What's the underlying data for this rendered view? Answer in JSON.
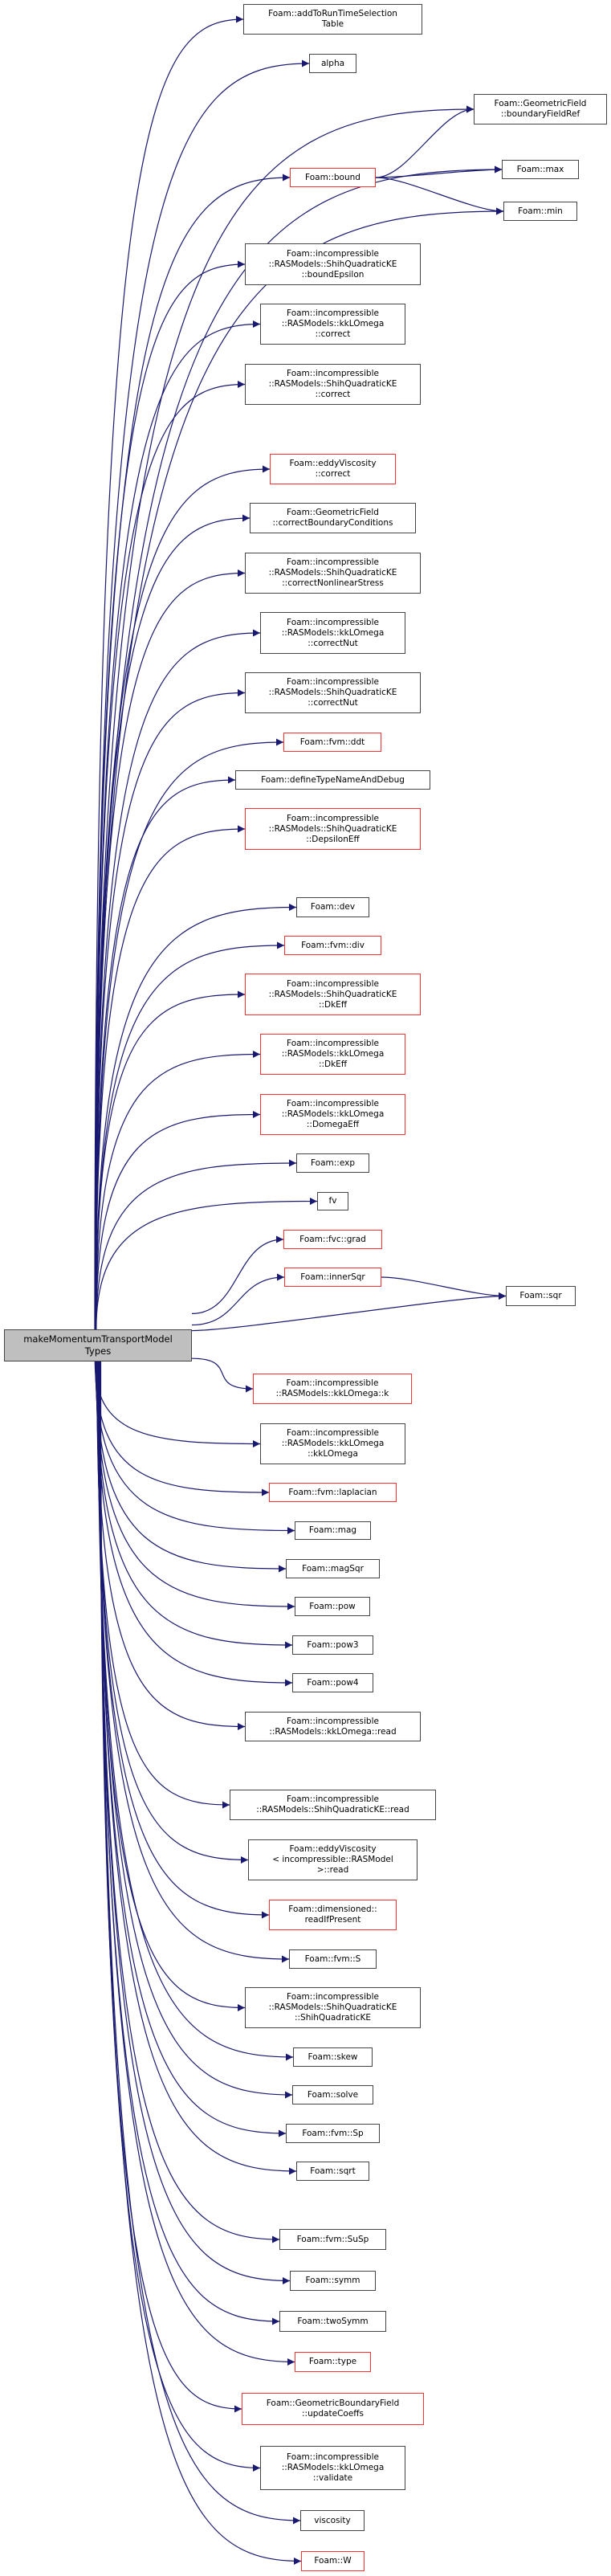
{
  "graph": {
    "edge_color": "#191970",
    "root": {
      "lines": [
        "makeMomentumTransportModel",
        "Types"
      ]
    },
    "nodes": [
      {
        "lines": [
          "Foam::addToRunTimeSelection",
          "Table"
        ],
        "red": false
      },
      {
        "lines": [
          "alpha"
        ],
        "red": false
      },
      {
        "lines": [
          "Foam::GeometricField",
          "::boundaryFieldRef"
        ],
        "red": false
      },
      {
        "lines": [
          "Foam::bound"
        ],
        "red": true
      },
      {
        "lines": [
          "Foam::max"
        ],
        "red": false
      },
      {
        "lines": [
          "Foam::min"
        ],
        "red": false
      },
      {
        "lines": [
          "Foam::incompressible",
          "::RASModels::ShihQuadraticKE",
          "::boundEpsilon"
        ],
        "red": false
      },
      {
        "lines": [
          "Foam::incompressible",
          "::RASModels::kkLOmega",
          "::correct"
        ],
        "red": false
      },
      {
        "lines": [
          "Foam::incompressible",
          "::RASModels::ShihQuadraticKE",
          "::correct"
        ],
        "red": false
      },
      {
        "lines": [
          "Foam::eddyViscosity",
          "::correct"
        ],
        "red": true
      },
      {
        "lines": [
          "Foam::GeometricField",
          "::correctBoundaryConditions"
        ],
        "red": false
      },
      {
        "lines": [
          "Foam::incompressible",
          "::RASModels::ShihQuadraticKE",
          "::correctNonlinearStress"
        ],
        "red": false
      },
      {
        "lines": [
          "Foam::incompressible",
          "::RASModels::kkLOmega",
          "::correctNut"
        ],
        "red": false
      },
      {
        "lines": [
          "Foam::incompressible",
          "::RASModels::ShihQuadraticKE",
          "::correctNut"
        ],
        "red": false
      },
      {
        "lines": [
          "Foam::fvm::ddt"
        ],
        "red": true
      },
      {
        "lines": [
          "Foam::defineTypeNameAndDebug"
        ],
        "red": false
      },
      {
        "lines": [
          "Foam::incompressible",
          "::RASModels::ShihQuadraticKE",
          "::DepsilonEff"
        ],
        "red": true
      },
      {
        "lines": [
          "Foam::dev"
        ],
        "red": false
      },
      {
        "lines": [
          "Foam::fvm::div"
        ],
        "red": true
      },
      {
        "lines": [
          "Foam::incompressible",
          "::RASModels::ShihQuadraticKE",
          "::DkEff"
        ],
        "red": true
      },
      {
        "lines": [
          "Foam::incompressible",
          "::RASModels::kkLOmega",
          "::DkEff"
        ],
        "red": true
      },
      {
        "lines": [
          "Foam::incompressible",
          "::RASModels::kkLOmega",
          "::DomegaEff"
        ],
        "red": true
      },
      {
        "lines": [
          "Foam::exp"
        ],
        "red": false
      },
      {
        "lines": [
          "fv"
        ],
        "red": false
      },
      {
        "lines": [
          "Foam::fvc::grad"
        ],
        "red": true
      },
      {
        "lines": [
          "Foam::innerSqr"
        ],
        "red": true
      },
      {
        "lines": [
          "Foam::sqr"
        ],
        "red": false
      },
      {
        "lines": [
          "Foam::incompressible",
          "::RASModels::kkLOmega::k"
        ],
        "red": true
      },
      {
        "lines": [
          "Foam::incompressible",
          "::RASModels::kkLOmega",
          "::kkLOmega"
        ],
        "red": false
      },
      {
        "lines": [
          "Foam::fvm::laplacian"
        ],
        "red": true
      },
      {
        "lines": [
          "Foam::mag"
        ],
        "red": false
      },
      {
        "lines": [
          "Foam::magSqr"
        ],
        "red": false
      },
      {
        "lines": [
          "Foam::pow"
        ],
        "red": false
      },
      {
        "lines": [
          "Foam::pow3"
        ],
        "red": false
      },
      {
        "lines": [
          "Foam::pow4"
        ],
        "red": false
      },
      {
        "lines": [
          "Foam::incompressible",
          "::RASModels::kkLOmega::read"
        ],
        "red": false
      },
      {
        "lines": [
          "Foam::incompressible",
          "::RASModels::ShihQuadraticKE::read"
        ],
        "red": false
      },
      {
        "lines": [
          "Foam::eddyViscosity",
          "< incompressible::RASModel",
          ">::read"
        ],
        "red": false
      },
      {
        "lines": [
          "Foam::dimensioned::",
          "readIfPresent"
        ],
        "red": true
      },
      {
        "lines": [
          "Foam::fvm::S"
        ],
        "red": false
      },
      {
        "lines": [
          "Foam::incompressible",
          "::RASModels::ShihQuadraticKE",
          "::ShihQuadraticKE"
        ],
        "red": false
      },
      {
        "lines": [
          "Foam::skew"
        ],
        "red": false
      },
      {
        "lines": [
          "Foam::solve"
        ],
        "red": false
      },
      {
        "lines": [
          "Foam::fvm::Sp"
        ],
        "red": false
      },
      {
        "lines": [
          "Foam::sqrt"
        ],
        "red": false
      },
      {
        "lines": [
          "Foam::fvm::SuSp"
        ],
        "red": false
      },
      {
        "lines": [
          "Foam::symm"
        ],
        "red": false
      },
      {
        "lines": [
          "Foam::twoSymm"
        ],
        "red": false
      },
      {
        "lines": [
          "Foam::type"
        ],
        "red": true
      },
      {
        "lines": [
          "Foam::GeometricBoundaryField",
          "::updateCoeffs"
        ],
        "red": true
      },
      {
        "lines": [
          "Foam::incompressible",
          "::RASModels::kkLOmega",
          "::validate"
        ],
        "red": false
      },
      {
        "lines": [
          "viscosity"
        ],
        "red": false
      },
      {
        "lines": [
          "Foam::W"
        ],
        "red": true
      }
    ],
    "extra_edges": [
      [
        3,
        2
      ],
      [
        3,
        4
      ],
      [
        3,
        5
      ],
      [
        25,
        26
      ]
    ]
  }
}
